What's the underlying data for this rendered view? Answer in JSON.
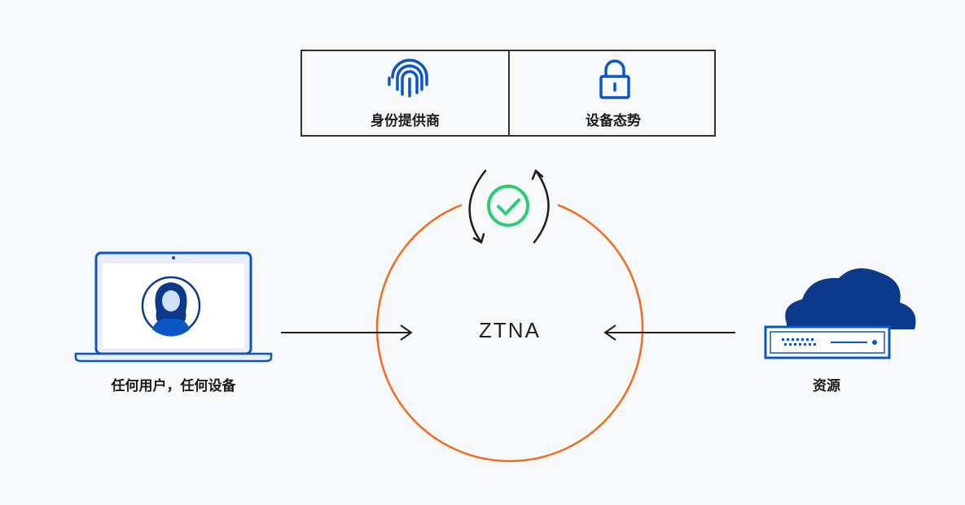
{
  "providers": [
    {
      "label": "身份提供商",
      "icon": "fingerprint-icon"
    },
    {
      "label": "设备态势",
      "icon": "lock-icon"
    }
  ],
  "center": {
    "label": "ZTNA",
    "status_icon": "check-circle-icon"
  },
  "left_node": {
    "label": "任何用户，任何设备",
    "icon": "laptop-user-icon"
  },
  "right_node": {
    "label": "资源",
    "icon": "cloud-server-icon"
  },
  "colors": {
    "ring": "#f26b21",
    "check": "#2ecc71",
    "brand_blue": "#0b56c4",
    "dark_blue": "#0b3a8a",
    "line": "#1f1f1f",
    "background": "#f7f8fa"
  }
}
